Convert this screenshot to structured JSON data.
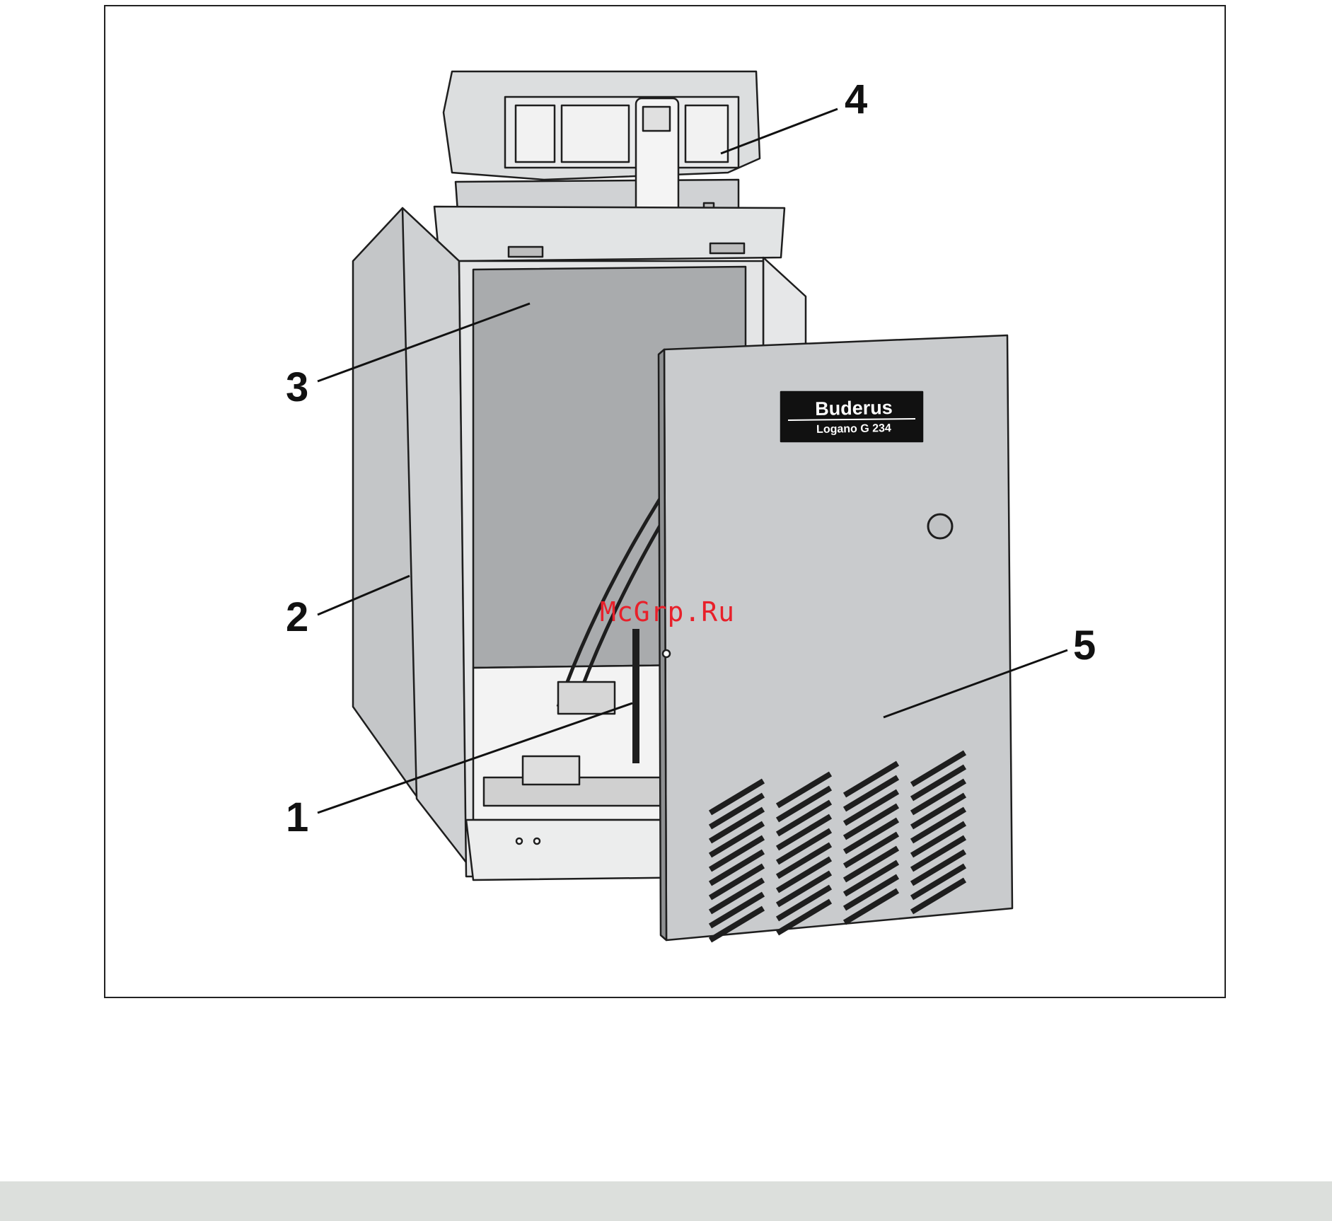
{
  "callouts": {
    "c1": "1",
    "c2": "2",
    "c3": "3",
    "c4": "4",
    "c5": "5"
  },
  "door": {
    "brand": "Buderus",
    "model": "Logano G 234"
  },
  "watermark": "McGrp.Ru",
  "colors": {
    "panel": "#c6c8ca",
    "panel_dark": "#a9abad",
    "outline": "#1e1e1e",
    "label_bg": "#111111",
    "watermark": "#e8202a",
    "footer": "#dcdfdc"
  }
}
